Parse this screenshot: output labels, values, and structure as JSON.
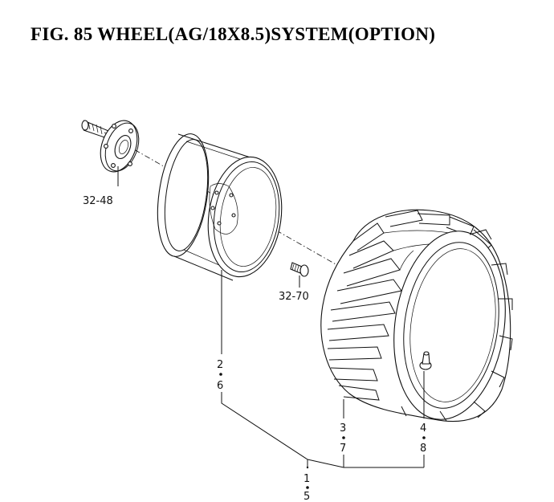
{
  "figure": {
    "title": "FIG. 85  WHEEL(AG/18X8.5)SYSTEM(OPTION)"
  },
  "callouts": [
    {
      "id": "hub",
      "text": "32-48"
    },
    {
      "id": "bolt",
      "text": "32-70"
    },
    {
      "id": "rim_top",
      "text": "2"
    },
    {
      "id": "rim_bottom",
      "text": "6"
    },
    {
      "id": "tire_top",
      "text": "3"
    },
    {
      "id": "tire_bottom",
      "text": "7"
    },
    {
      "id": "valve_top",
      "text": "4"
    },
    {
      "id": "valve_bottom",
      "text": "8"
    },
    {
      "id": "assy_top",
      "text": "1"
    },
    {
      "id": "assy_bottom",
      "text": "5"
    }
  ]
}
